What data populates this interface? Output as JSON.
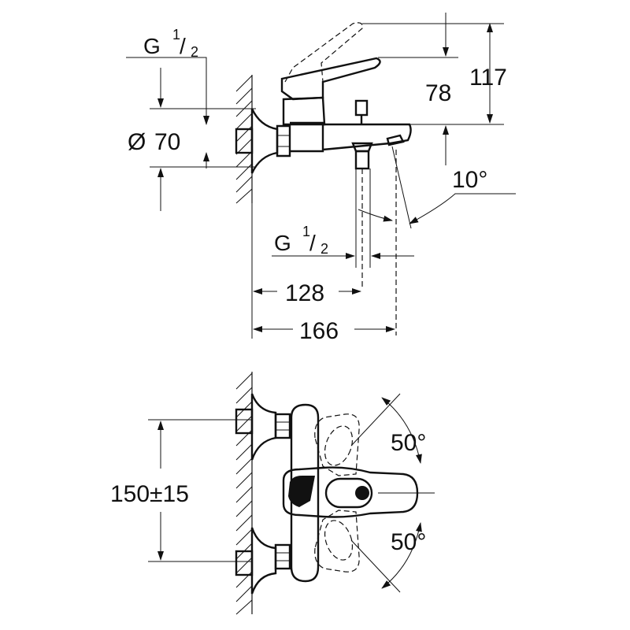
{
  "side_view": {
    "thread_inlet": {
      "main": "G",
      "frac_num": "1",
      "frac_den": "2"
    },
    "diameter": {
      "symbol": "Ø",
      "value": "70"
    },
    "height_total": "117",
    "height_spout": "78",
    "angle": "10°",
    "thread_outlet": {
      "main": "G",
      "frac_num": "1",
      "frac_den": "2"
    },
    "depth_outlet": "128",
    "depth_total": "166"
  },
  "front_view": {
    "centers": "150±15",
    "angle_up": "50°",
    "angle_down": "50°"
  }
}
